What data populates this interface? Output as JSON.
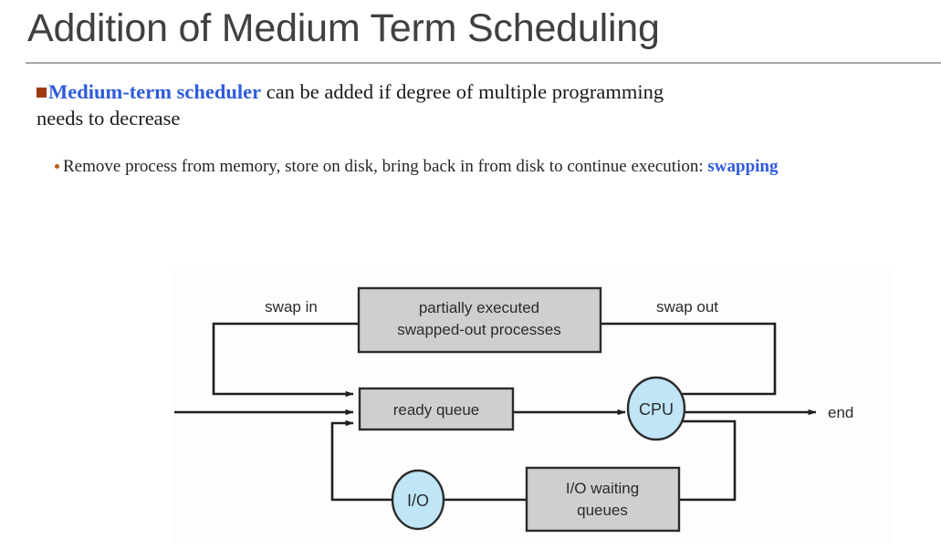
{
  "slide": {
    "title": "Addition of Medium Term Scheduling",
    "bullets": [
      {
        "level": 1,
        "marker": "square-bullet",
        "segments": [
          {
            "text": "Medium-term scheduler",
            "style": "bold-blue"
          },
          {
            "text": "  can be added if degree of multiple programming needs to decrease",
            "style": "plain"
          }
        ],
        "plain_text": "Medium-term scheduler can be added if degree of multiple programming needs to decrease"
      },
      {
        "level": 2,
        "marker": "dot-bullet",
        "segments": [
          {
            "text": "Remove",
            "style": "plain"
          },
          {
            "text": "   process from memory, store on disk, bring back in from disk to continue execution: ",
            "style": "plain"
          },
          {
            "text": "swapping",
            "style": "bold-blue"
          }
        ],
        "plain_text": "Remove process from memory, store on disk, bring back in from disk to continue execution: swapping"
      }
    ]
  },
  "diagram": {
    "name": "medium-term-scheduling-queueing-diagram",
    "boxes": [
      {
        "id": "swapped-out-processes",
        "line1": "partially executed",
        "line2": "swapped-out processes"
      },
      {
        "id": "ready-queue",
        "line1": "ready queue",
        "line2": ""
      },
      {
        "id": "io-waiting-queues",
        "line1": "I/O waiting",
        "line2": "queues"
      }
    ],
    "nodes": [
      {
        "id": "cpu",
        "label": "CPU"
      },
      {
        "id": "io",
        "label": "I/O"
      }
    ],
    "edge_labels": [
      {
        "id": "swap-in",
        "label": "swap in"
      },
      {
        "id": "swap-out",
        "label": "swap out"
      },
      {
        "id": "end",
        "label": "end"
      }
    ],
    "colors": {
      "box_fill": "#cfcfcf",
      "box_stroke": "#2b2b2b",
      "node_fill": "#bfe5f7",
      "node_stroke": "#2b2b2b",
      "line": "#1f1f1f"
    }
  },
  "theme": {
    "title_color": "#404040",
    "rule_color": "#a6a6a6",
    "accent_blue": "#2E5BDC",
    "bullet_square_color": "#9E3B10",
    "bullet_dot_color": "#C05A18",
    "body_text_color": "#1a1a1a"
  }
}
